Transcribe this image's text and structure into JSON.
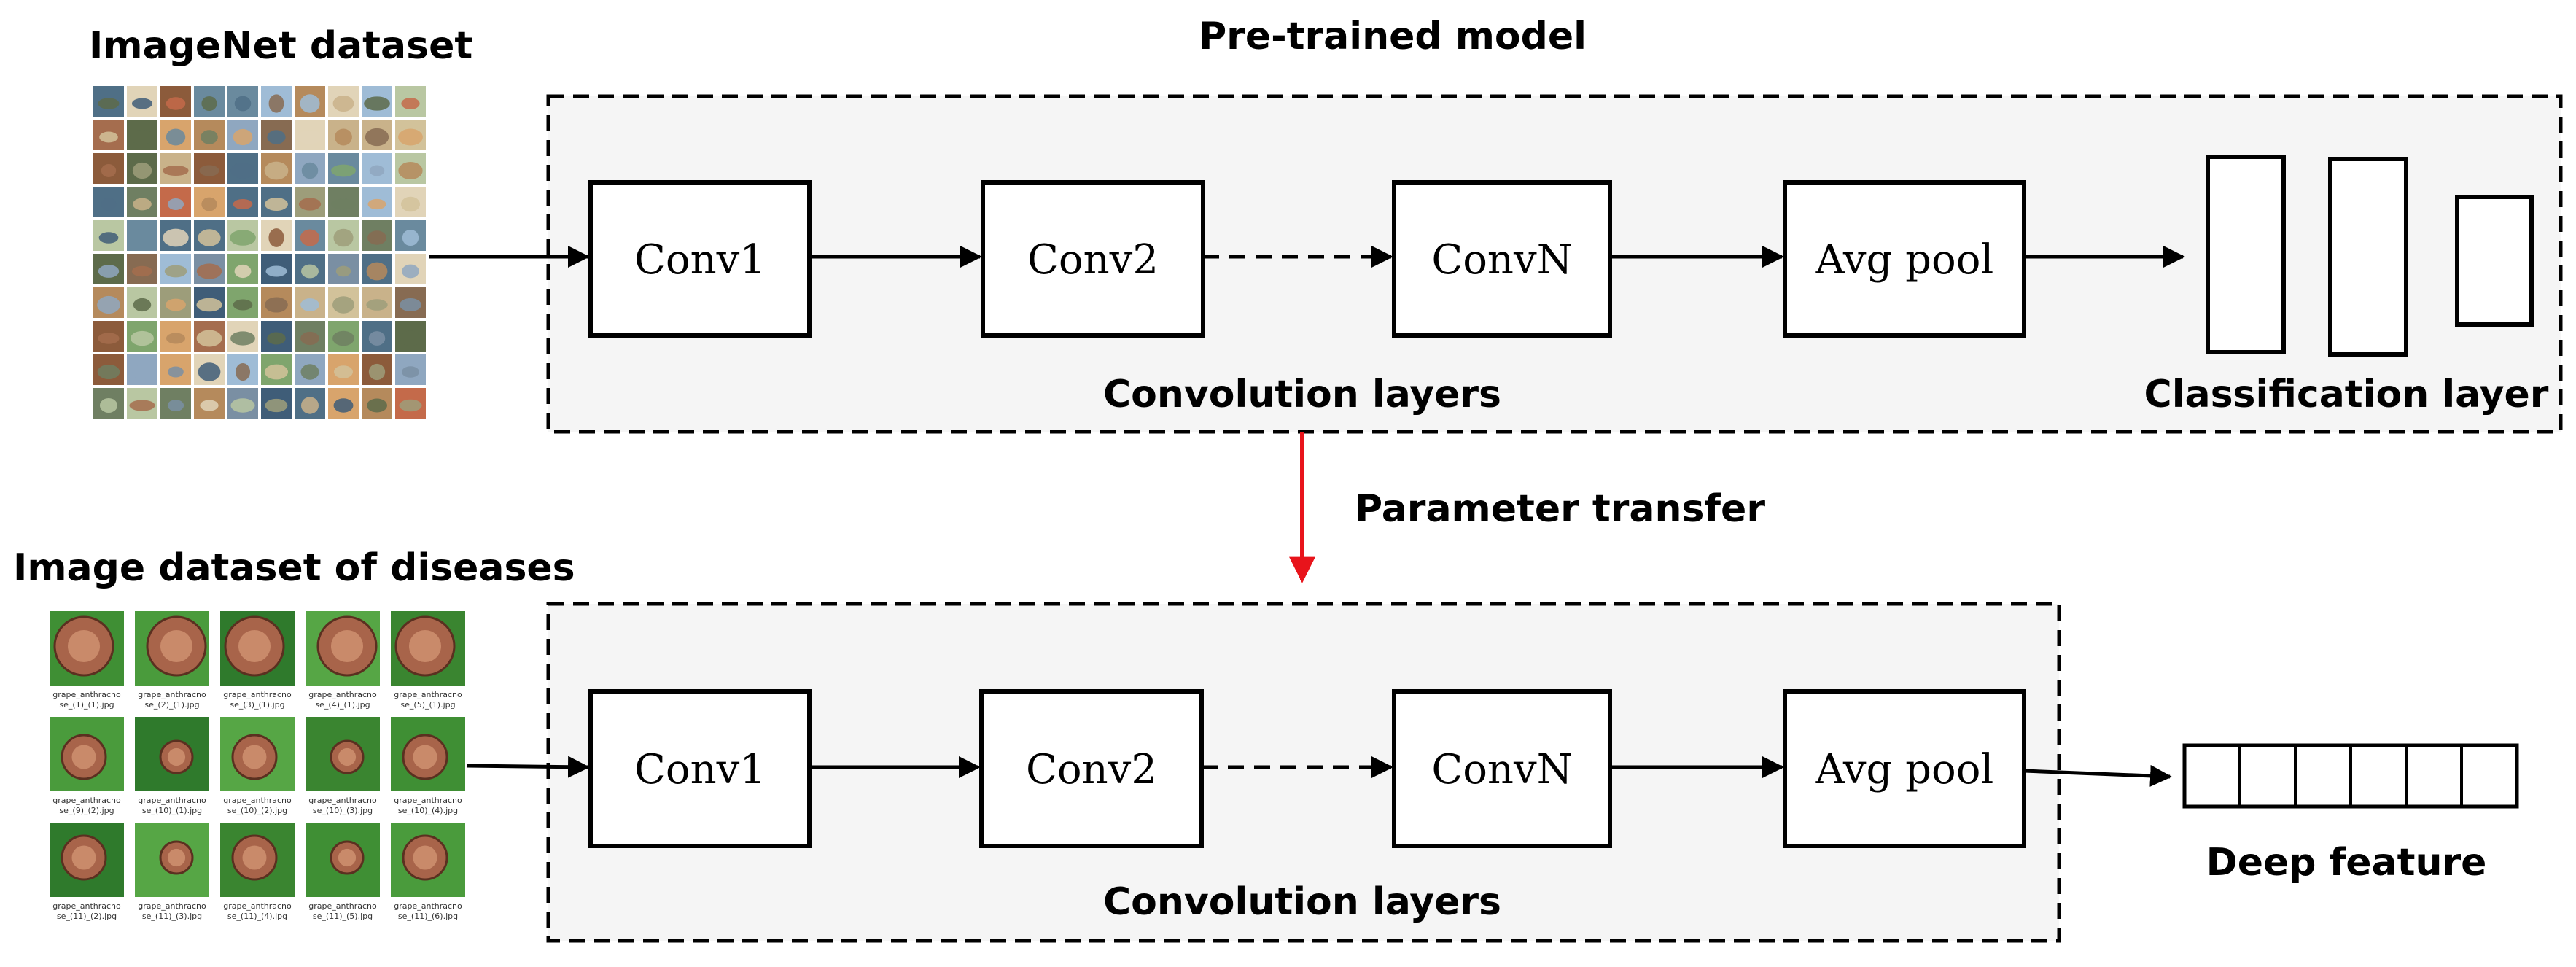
{
  "titles": {
    "imagenet": "ImageNet dataset",
    "pretrained": "Pre-trained model",
    "disease": "Image dataset of diseases",
    "param_transfer": "Parameter transfer",
    "deep_feature": "Deep feature"
  },
  "top_panel": {
    "boxes": [
      "Conv1",
      "Conv2",
      "ConvN",
      "Avg pool"
    ],
    "section_label": "Convolution layers",
    "classification_label": "Classification layer"
  },
  "bottom_panel": {
    "boxes": [
      "Conv1",
      "Conv2",
      "ConvN",
      "Avg pool"
    ],
    "section_label": "Convolution layers"
  },
  "disease_captions": [
    [
      "grape_anthracno",
      "se_(1)_(1).jpg"
    ],
    [
      "grape_anthracno",
      "se_(2)_(1).jpg"
    ],
    [
      "grape_anthracno",
      "se_(3)_(1).jpg"
    ],
    [
      "grape_anthracno",
      "se_(4)_(1).jpg"
    ],
    [
      "grape_anthracno",
      "se_(5)_(1).jpg"
    ],
    [
      "grape_anthracno",
      "se_(9)_(2).jpg"
    ],
    [
      "grape_anthracno",
      "se_(10)_(1).jpg"
    ],
    [
      "grape_anthracno",
      "se_(10)_(2).jpg"
    ],
    [
      "grape_anthracno",
      "se_(10)_(3).jpg"
    ],
    [
      "grape_anthracno",
      "se_(10)_(4).jpg"
    ],
    [
      "grape_anthracno",
      "se_(11)_(2).jpg"
    ],
    [
      "grape_anthracno",
      "se_(11)_(3).jpg"
    ],
    [
      "grape_anthracno",
      "se_(11)_(4).jpg"
    ],
    [
      "grape_anthracno",
      "se_(11)_(5).jpg"
    ],
    [
      "grape_anthracno",
      "se_(11)_(6).jpg"
    ]
  ],
  "colors": {
    "panel_fill": "#f5f5f5",
    "transfer_arrow": "#e8141b",
    "leaf_green": "#3f8f34",
    "lesion_brown": "#a8644a"
  }
}
